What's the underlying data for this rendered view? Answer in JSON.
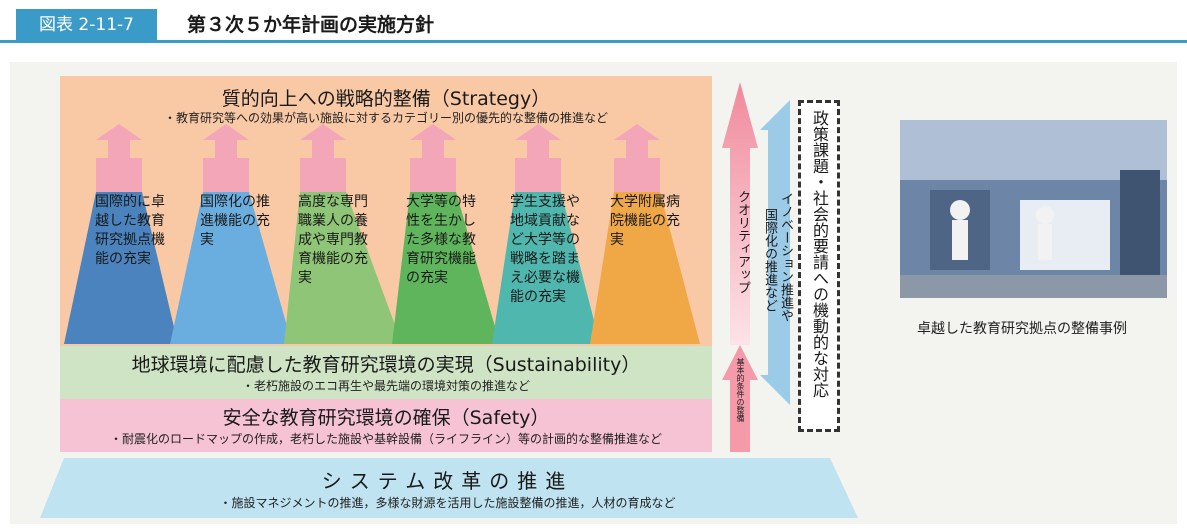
{
  "figure": {
    "tag": "図表 2-11-7",
    "title": "第３次５か年計画の実施方針"
  },
  "strategy": {
    "title": "質的向上への戦略的整備（Strategy）",
    "sub": "・教育研究等への効果が高い施設に対するカテゴリー別の優先的な整備の推進など",
    "columns": [
      {
        "label": "国際的に卓越した教育研究拠点機能の充実",
        "color": "#4a83bd"
      },
      {
        "label": "国際化の推進機能の充実",
        "color": "#6aaee0"
      },
      {
        "label": "高度な専門職業人の養成や専門教育機能の充実",
        "color": "#8fc576"
      },
      {
        "label": "大学等の特性を生かした多様な教育研究機能の充実",
        "color": "#5fb55c"
      },
      {
        "label": "学生支援や地域貢献など大学等の戦略を踏まえ必要な機能の充実",
        "color": "#4fb7ad"
      },
      {
        "label": "大学附属病院機能の充実",
        "color": "#f0a846"
      }
    ]
  },
  "sustainability": {
    "title": "地球環境に配慮した教育研究環境の実現（Sustainability）",
    "sub": "・老朽施設のエコ再生や最先端の環境対策の推進など"
  },
  "safety": {
    "title": "安全な教育研究環境の確保（Safety）",
    "sub": "・耐震化のロードマップの作成，老朽した施設や基幹設備（ライフライン）等の計画的な整備推進など"
  },
  "system": {
    "title": "システム改革の推進",
    "sub": "・施設マネジメントの推進，多様な財源を活用した施設整備の推進，人材の育成など"
  },
  "arrows": {
    "quality_up": "クオリティアップ",
    "basic": "基本的条件の整備",
    "innovation_line1": "イノベーション推進や",
    "innovation_line2": "国際化の推進など"
  },
  "policy": {
    "text": "政策課題・社会的要請への機動的な対応"
  },
  "photo": {
    "caption": "卓越した教育研究拠点の整備事例"
  },
  "colors": {
    "accent": "#3b9bc8",
    "strategy_bg": "#f9c9a6",
    "sustain_bg": "#cfe4c4",
    "safety_bg": "#f5c3d4",
    "system_bg": "#bfe3f0",
    "up_arrow": "#f49aa8",
    "side_arrow": "#9ccbe8"
  }
}
